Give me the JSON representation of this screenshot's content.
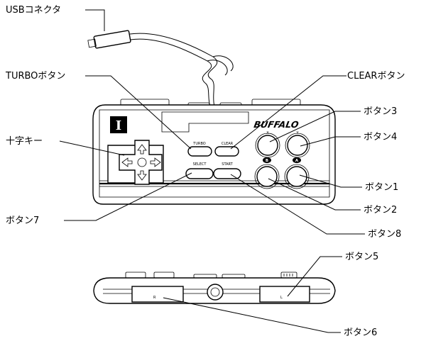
{
  "diagram": {
    "callouts": {
      "usb_connector": "USBコネクタ",
      "turbo_button": "TURBOボタン",
      "dpad": "十字キー",
      "button7": "ボタン7",
      "clear_button": "CLEARボタン",
      "button3": "ボタン3",
      "button4": "ボタン4",
      "button1": "ボタン1",
      "button2": "ボタン2",
      "button8": "ボタン8",
      "button5": "ボタン5",
      "button6": "ボタン6"
    },
    "pad_labels": {
      "turbo": "TURBO",
      "clear": "CLEAR",
      "select": "SELECT",
      "start": "START",
      "x": "X",
      "y": "Y",
      "b": "B",
      "a": "A",
      "r": "R",
      "l": "L"
    },
    "logos": {
      "brand": "BUFFALO",
      "player": "I"
    }
  }
}
